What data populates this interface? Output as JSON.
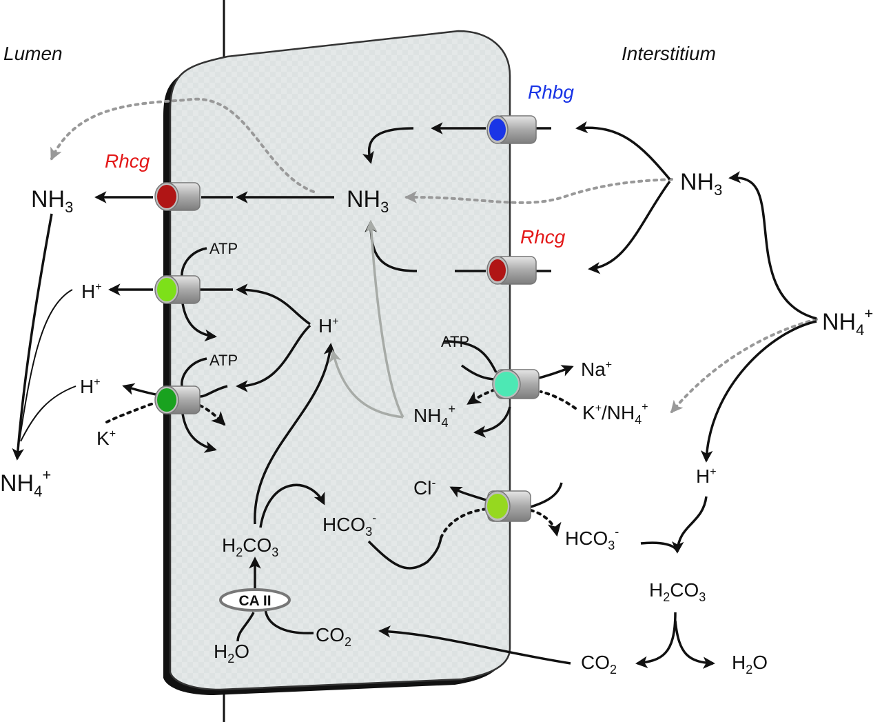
{
  "regions": {
    "lumen": "Lumen",
    "interstitium": "Interstitium"
  },
  "transporters": {
    "rhbg": "Rhbg",
    "rhcg_apical": "Rhcg",
    "rhcg_basolateral": "Rhcg",
    "atp_pump1": "ATP",
    "atp_pump2": "ATP",
    "atp_nak": "ATP",
    "carbonic_anhydrase": "CA II"
  },
  "colors": {
    "rhbg": "#1a35e6",
    "rhcg": "#b01515",
    "h_atpase": "#7de019",
    "hk_atpase": "#19a21f",
    "nak_atpase": "#4de8b4",
    "anion_exchanger": "#96d81f",
    "cell_fill": "#e3e8e8"
  }
}
